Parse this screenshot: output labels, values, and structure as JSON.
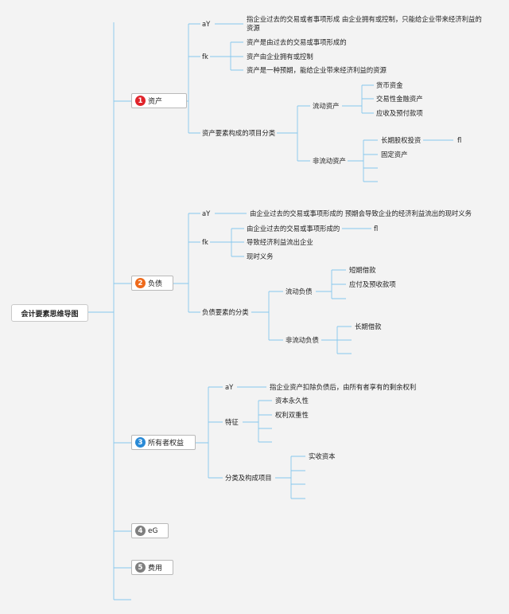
{
  "root": "会计要素思维导图",
  "nodes": [
    {
      "num": "1",
      "label": "资产",
      "color": "#e0242b"
    },
    {
      "num": "2",
      "label": "负债",
      "color": "#ee6a1c"
    },
    {
      "num": "3",
      "label": "所有者权益",
      "color": "#2a8ad6"
    },
    {
      "num": "4",
      "label": "eG",
      "color": "#7f7f7f"
    },
    {
      "num": "5",
      "label": "费用",
      "color": "#7f7f7f"
    }
  ],
  "asset": {
    "def_tag": "aY",
    "def_text": "指企业过去的交易或者事项形成 由企业拥有或控制，只能给企业带来经济利益的资源",
    "feat_tag": "fk",
    "features": [
      "资产是由过去的交易或事项形成的",
      "资产由企业拥有或控制",
      "资产是一种预期，能给企业带来经济利益的资源"
    ],
    "class_label": "资产要素构成的项目分类",
    "current_label": "流动资产",
    "current_items": [
      "货币资金",
      "交易性金融资产",
      "应收及预付款项"
    ],
    "noncurrent_label": "非流动资产",
    "noncurrent_items": [
      "长期股权投资",
      "固定资产"
    ],
    "lt_sub": "fl"
  },
  "liability": {
    "def_tag": "aY",
    "def_text": "由企业过去的交易或事项形成的 预期会导致企业的经济利益流出的现时义务",
    "feat_tag": "fk",
    "features": [
      "由企业过去的交易或事项形成的",
      "导致经济利益流出企业",
      "现时义务"
    ],
    "feat_sub": "fl",
    "class_label": "负债要素的分类",
    "current_label": "流动负债",
    "current_items": [
      "短期借款",
      "应付及预收款项"
    ],
    "noncurrent_label": "非流动负债",
    "noncurrent_items": [
      "长期借款"
    ]
  },
  "equity": {
    "def_tag": "aY",
    "def_text": "指企业资产扣除负债后，由所有者享有的剩余权利",
    "feat_label": "特征",
    "features": [
      "资本永久性",
      "权利双重性"
    ],
    "class_label": "分类及构成项目",
    "class_items": [
      "实收资本"
    ]
  }
}
